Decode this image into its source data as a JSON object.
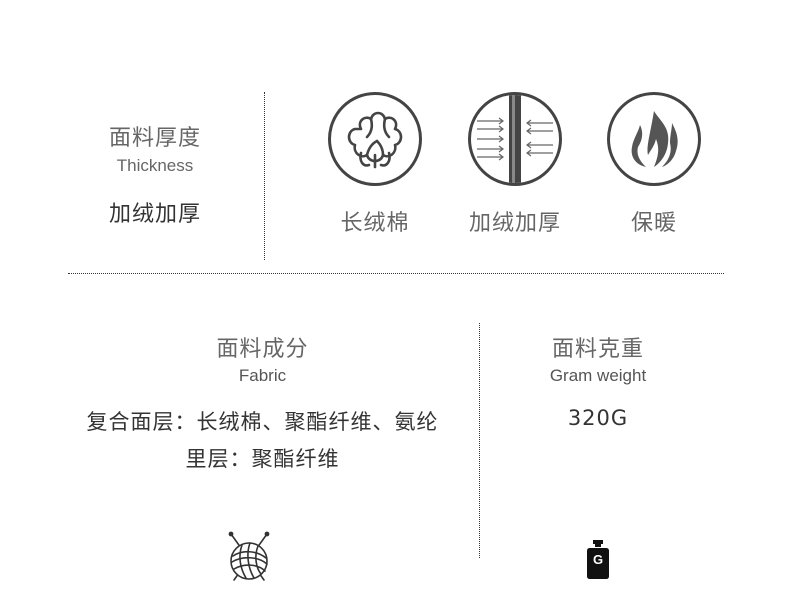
{
  "thickness": {
    "title": "面料厚度",
    "subtitle": "Thickness",
    "value": "加绒加厚"
  },
  "features": [
    {
      "label": "长绒棉",
      "icon": "cotton-icon"
    },
    {
      "label": "加绒加厚",
      "icon": "fleece-layer-icon"
    },
    {
      "label": "保暖",
      "icon": "flame-icon"
    }
  ],
  "fabric": {
    "title": "面料成分",
    "subtitle": "Fabric",
    "line1": "复合面层：长绒棉、聚酯纤维、氨纶",
    "line2": "里层：聚酯纤维",
    "icon": "yarn-ball-icon"
  },
  "gram_weight": {
    "title": "面料克重",
    "subtitle": "Gram weight",
    "value": "320G",
    "icon": "weight-icon",
    "icon_letter": "G"
  },
  "colors": {
    "icon_stroke": "#444444",
    "title_text": "#666666",
    "value_text": "#333333"
  }
}
